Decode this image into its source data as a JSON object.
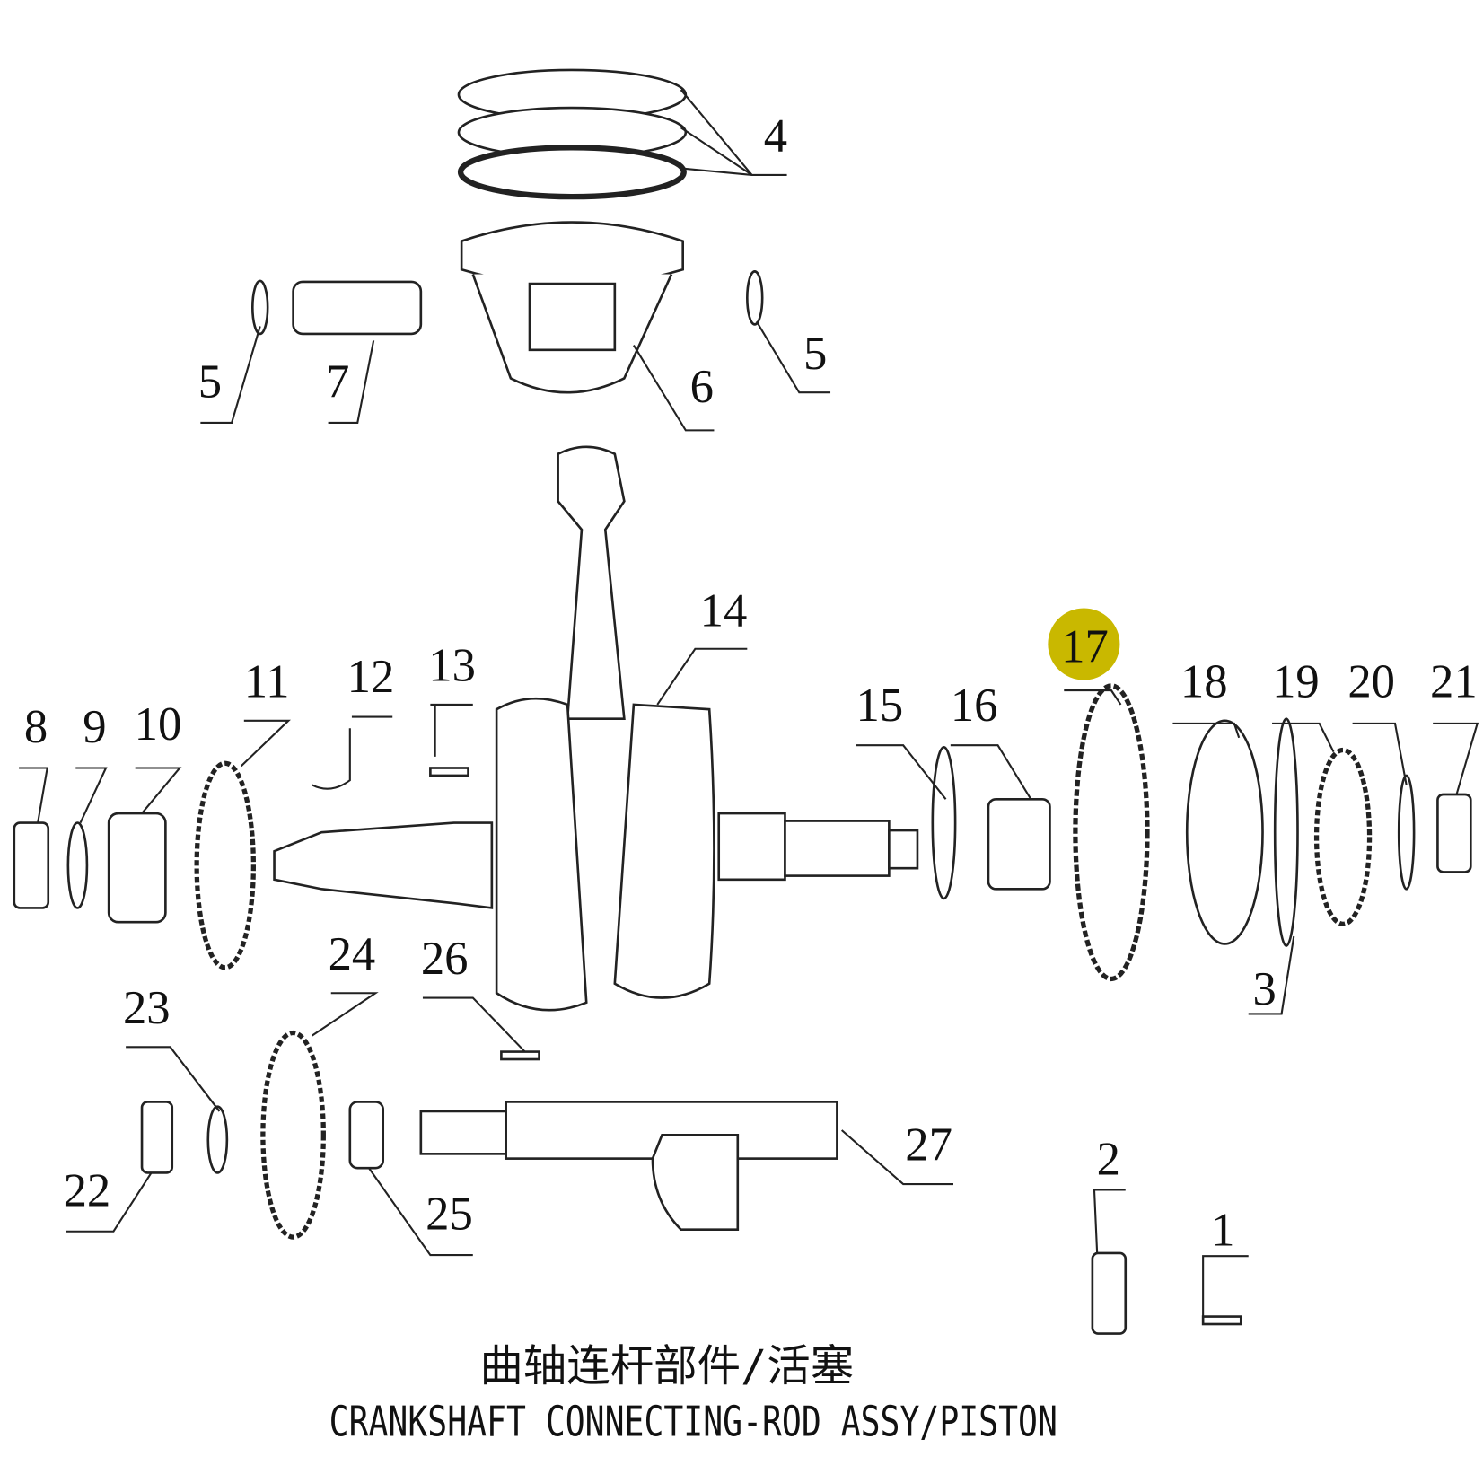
{
  "diagram": {
    "highlight_color": "#c9b800",
    "highlighted_part": "17",
    "parts": [
      "4",
      "5",
      "7",
      "6",
      "5",
      "14",
      "17",
      "18",
      "19",
      "20",
      "21",
      "8",
      "9",
      "10",
      "11",
      "12",
      "13",
      "15",
      "16",
      "3",
      "24",
      "26",
      "23",
      "22",
      "25",
      "27",
      "2",
      "1"
    ],
    "caption_cn": "曲轴连杆部件/活塞",
    "caption_en": "CRANKSHAFT CONNECTING-ROD ASSY/PISTON"
  }
}
